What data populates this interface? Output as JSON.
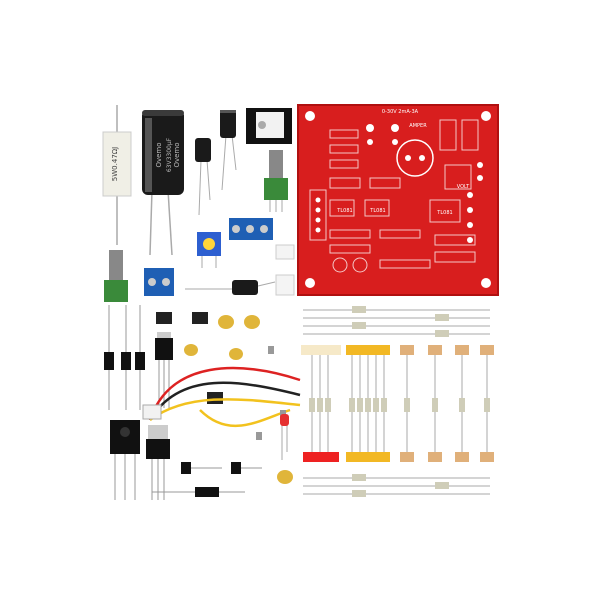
{
  "components": {
    "cement_resistor": {
      "text": "5W0.47ΩJ"
    },
    "big_capacitor": {
      "text_a": "Ovemo",
      "text_b": "Ovemo",
      "text_c": "63V3300μF"
    },
    "pcb": {
      "label_top": "0-30V 2mA-3A",
      "label_amper": "AMPER",
      "label_volt": "VOLT",
      "label_tl081_a": "TL081",
      "label_tl081_b": "TL081",
      "label_tl081_c": "TL081"
    }
  },
  "colors": {
    "pcb_red": "#d81e1e",
    "pcb_dark": "#b01010",
    "capacitor_black": "#1a1a1a",
    "terminal_blue": "#1f5fb4",
    "trimmer_blue": "#2d5fd0",
    "ceramic_yellow": "#e0b53a",
    "led_red": "#e53030",
    "wire_red": "#d22",
    "wire_yellow": "#f2c21e",
    "wire_black": "#222",
    "resistor_beige": "#cfcdb8"
  }
}
